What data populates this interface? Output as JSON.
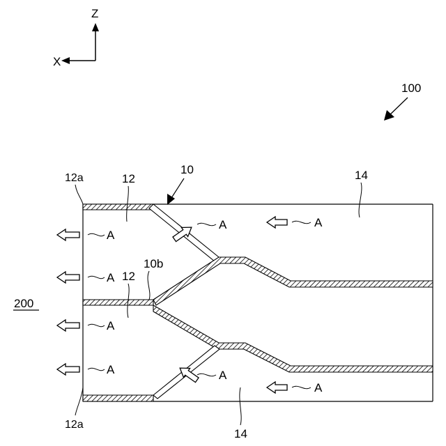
{
  "axes": {
    "z_label": "Z",
    "x_label": "X"
  },
  "labels": {
    "device": "100",
    "group": "200",
    "member_10": "10",
    "member_10b": "10b",
    "flow_12_top": "12",
    "flow_12_mid": "12",
    "flow_14_top": "14",
    "flow_14_bottom": "14",
    "outlet_top": "12a",
    "outlet_bottom": "12a"
  },
  "flow_label": "A",
  "colors": {
    "line": "#000000",
    "background": "#ffffff"
  }
}
